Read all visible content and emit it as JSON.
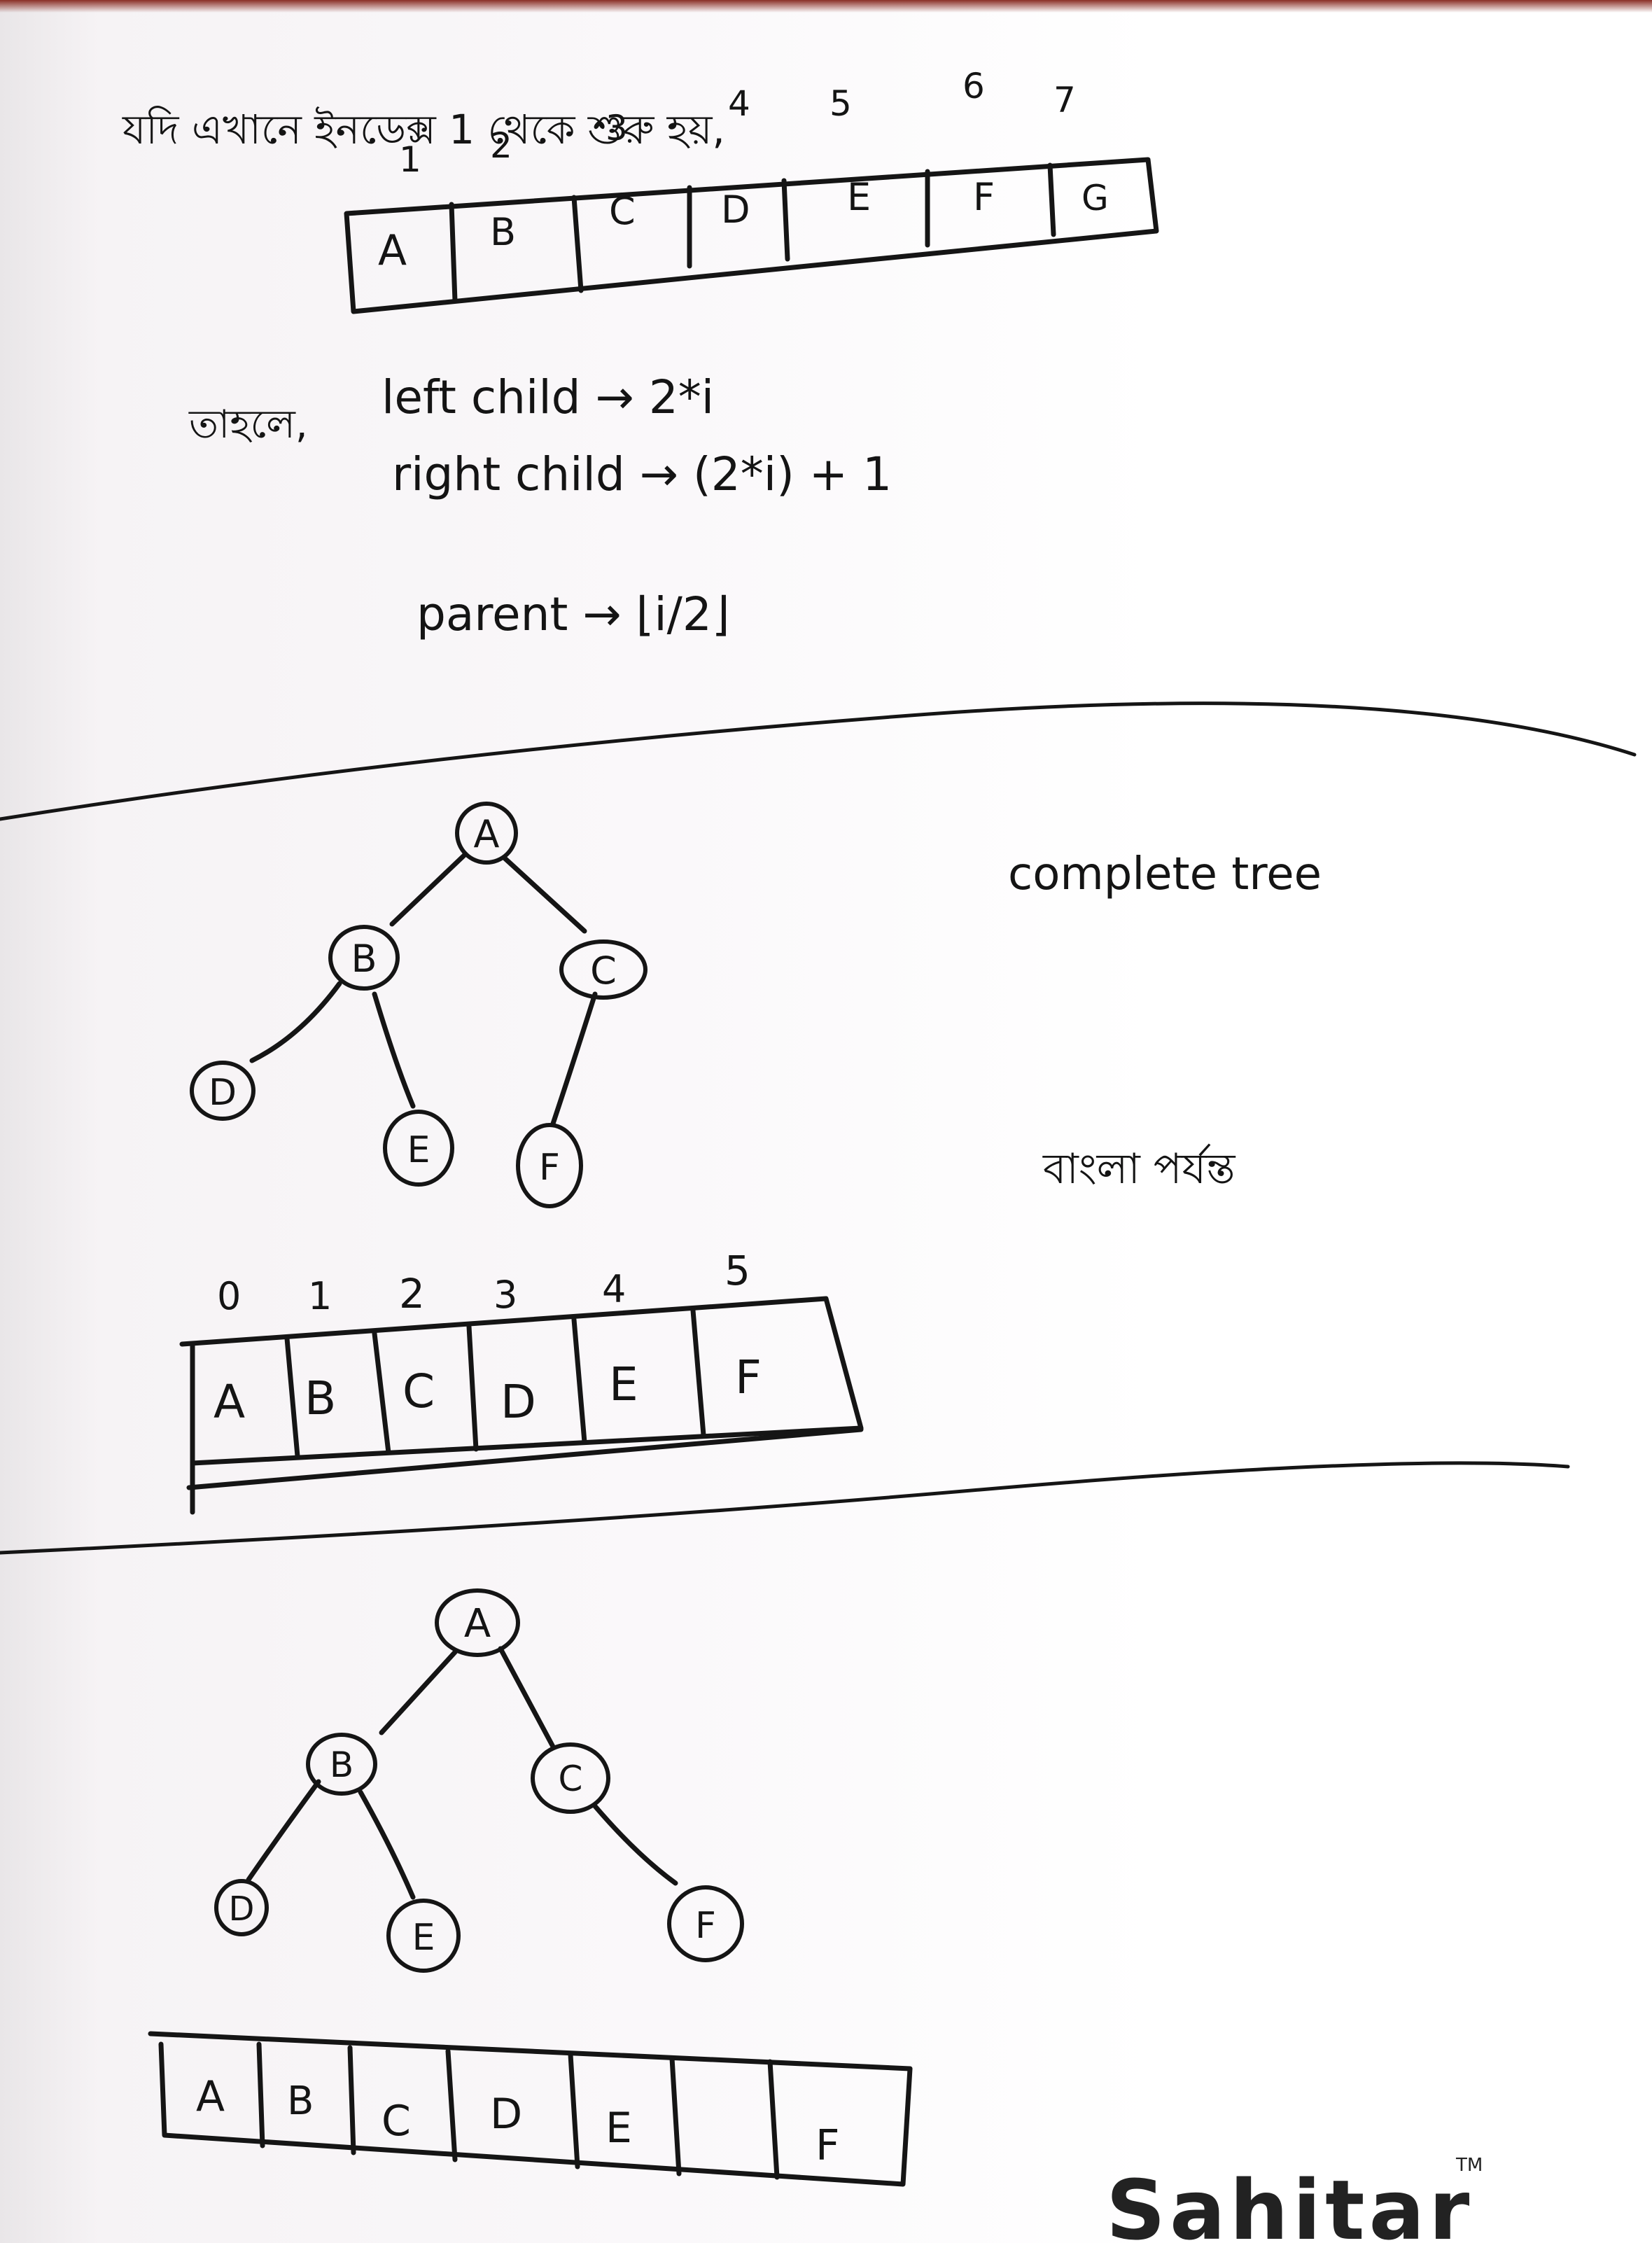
{
  "intro": {
    "heading_line": "যদি এখানে ইনডেক্স 1 থেকে শুরু হয়,",
    "index_labels": [
      "1",
      "2",
      "3",
      "4",
      "5",
      "6",
      "7"
    ],
    "cells": [
      "A",
      "B",
      "C",
      "D",
      "E",
      "F",
      "G"
    ]
  },
  "formulas": {
    "prefix": "তাহলে,",
    "left_child": "left child → 2*i",
    "right_child": "right child → (2*i) + 1",
    "parent": "parent → ⌊i/2⌋"
  },
  "tree1": {
    "nodes": [
      "A",
      "B",
      "C",
      "D",
      "E",
      "F"
    ],
    "note_title": "complete tree",
    "note_sub": "বাংলা পর্যন্ত",
    "index_labels": [
      "0",
      "1",
      "2",
      "3",
      "4",
      "5"
    ],
    "cells": [
      "A",
      "B",
      "C",
      "D",
      "E",
      "F"
    ]
  },
  "tree2": {
    "nodes": [
      "A",
      "B",
      "C",
      "D",
      "E",
      "F"
    ],
    "cells": [
      "A",
      "B",
      "C",
      "D",
      "E",
      "",
      "F"
    ]
  },
  "brand": {
    "name": "Sahitar",
    "tm": "TM"
  }
}
